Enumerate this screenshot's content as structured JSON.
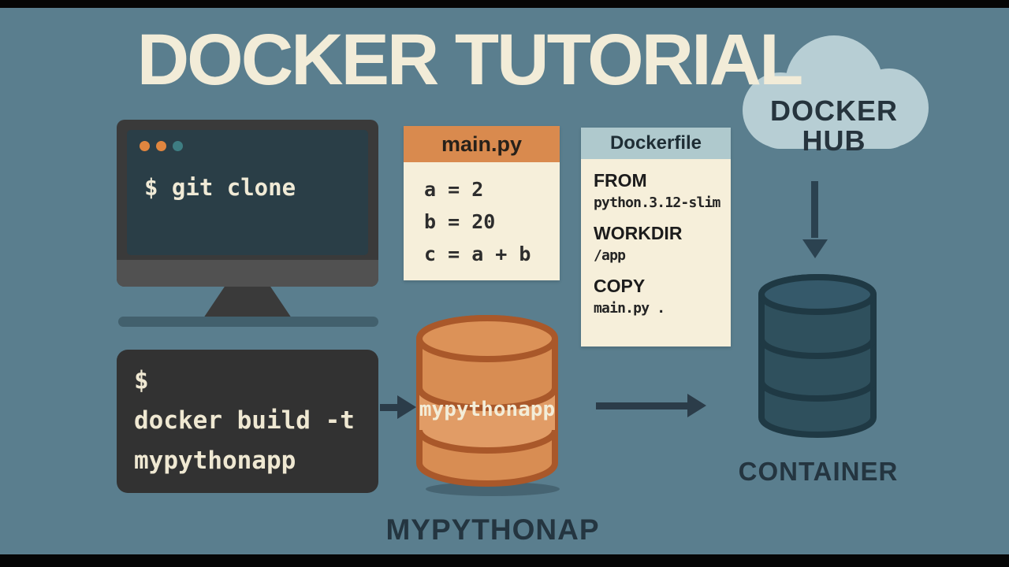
{
  "title": "DOCKER TUTORIAL",
  "terminal": {
    "command": "$ git clone",
    "dots": [
      "orange",
      "orange",
      "teal"
    ]
  },
  "mainpy_card": {
    "title": "main.py",
    "lines": [
      "a = 2",
      "b = 20",
      "c = a + b"
    ]
  },
  "dockerfile_card": {
    "title": "Dockerfile",
    "instructions": [
      {
        "keyword": "FROM",
        "value": "python.3.12-slim"
      },
      {
        "keyword": "WORKDIR",
        "value": "/app"
      },
      {
        "keyword": "COPY",
        "value": "main.py ."
      }
    ]
  },
  "docker_hub": {
    "label_line1": "DOCKER",
    "label_line2": "HUB"
  },
  "build_box": {
    "lines": [
      "$",
      "docker build -t",
      "mypythonapp"
    ]
  },
  "image_cylinder": {
    "label": "mypythonapp",
    "caption": "MYPYTHONAP"
  },
  "container_cylinder": {
    "caption": "CONTAINER"
  },
  "colors": {
    "background": "#5a7e8e",
    "cream": "#f2ecd8",
    "orange": "#d98a4e",
    "orange_cylinder": "#d88d53",
    "teal_cylinder": "#2f505d",
    "card_body": "#f6efda",
    "dockerfile_header": "#afc9cd",
    "cloud": "#b7ced4",
    "dark_box": "#323232",
    "ink": "#26343d"
  }
}
